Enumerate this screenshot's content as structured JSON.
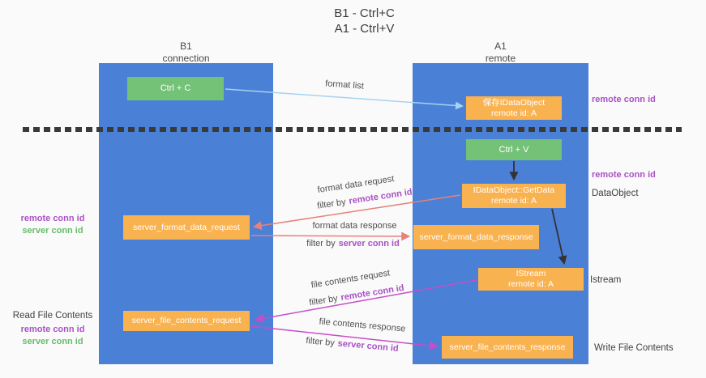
{
  "title": {
    "line1": "B1 - Ctrl+C",
    "line2": "A1 - Ctrl+V"
  },
  "columns": {
    "left": {
      "name": "B1",
      "role": "connection"
    },
    "right": {
      "name": "A1",
      "role": "remote"
    }
  },
  "boxes": {
    "ctrl_c": {
      "label": "Ctrl + C"
    },
    "save_dataobject": {
      "line1": "保存IDataObject",
      "line2": "remote id: A"
    },
    "ctrl_v": {
      "label": "Ctrl + V"
    },
    "getdata": {
      "line1": "IDataObject::GetData",
      "line2": "remote id: A"
    },
    "format_request": {
      "label": "server_format_data_request"
    },
    "format_response": {
      "label": "server_format_data_response"
    },
    "istream": {
      "line1": "IStream",
      "line2": "remote id: A"
    },
    "file_request": {
      "label": "server_file_contents_request"
    },
    "file_response": {
      "label": "server_file_contents_response"
    }
  },
  "arrow_labels": {
    "format_list": "format list",
    "format_data_request": "format data request",
    "format_data_response": "format data response",
    "file_contents_request": "file contents request",
    "file_contents_response": "file contents response",
    "filter_by": "filter by",
    "remote_conn_id": "remote conn id",
    "server_conn_id": "server conn id"
  },
  "side_labels": {
    "remote_conn_id": "remote conn id",
    "server_conn_id": "server conn id",
    "dataobject": "DataObject",
    "istream": "Istream",
    "read_file_contents": "Read File Contents",
    "write_file_contents": "Write File Contents"
  },
  "colors": {
    "column_blue": "#4a80d6",
    "box_green": "#74c178",
    "box_orange": "#f9b250",
    "arrow_light_blue": "#a6d3f0",
    "arrow_salmon": "#e8817a",
    "arrow_magenta": "#c74ec7",
    "arrow_black": "#333333",
    "label_purple": "#a951c5",
    "label_green": "#67bd6b",
    "text_dark": "#3f3f3f",
    "background": "#fafafa"
  }
}
